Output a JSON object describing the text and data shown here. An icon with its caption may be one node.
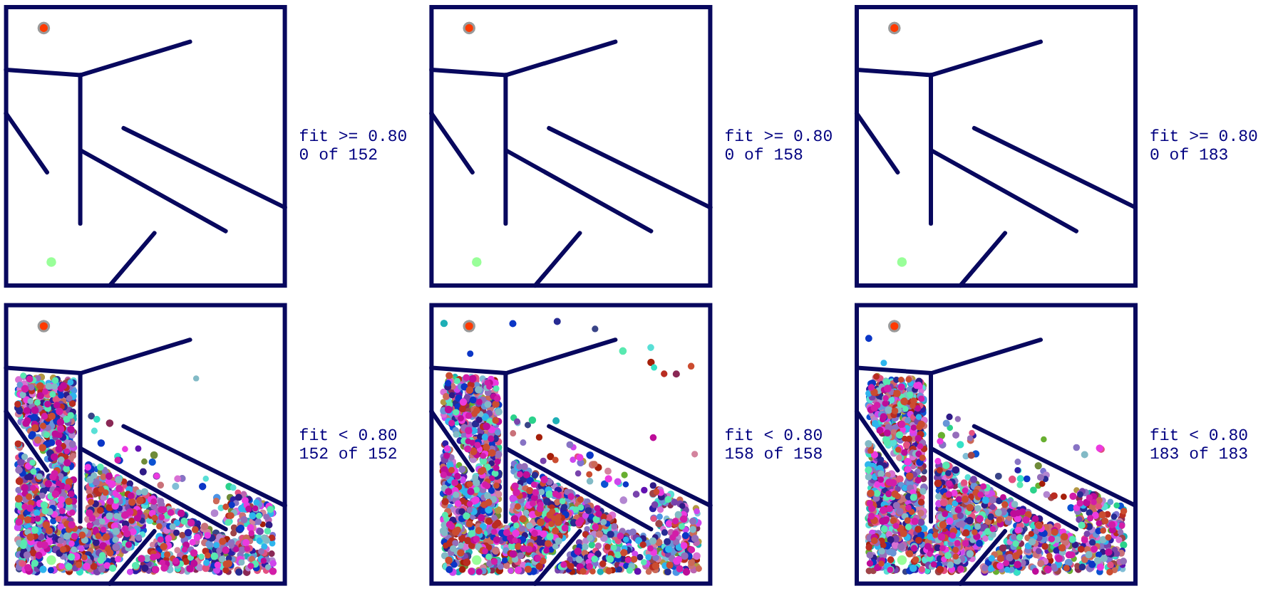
{
  "diagram": {
    "labels": [
      "fit >= 0.80",
      "0 of 152",
      "fit >= 0.80",
      "0 of 158",
      "fit >= 0.80",
      "0 of 183",
      "fit < 0.80",
      "152 of 152",
      "fit < 0.80",
      "158 of 158",
      "fit < 0.80",
      "183 of 183"
    ]
  }
}
